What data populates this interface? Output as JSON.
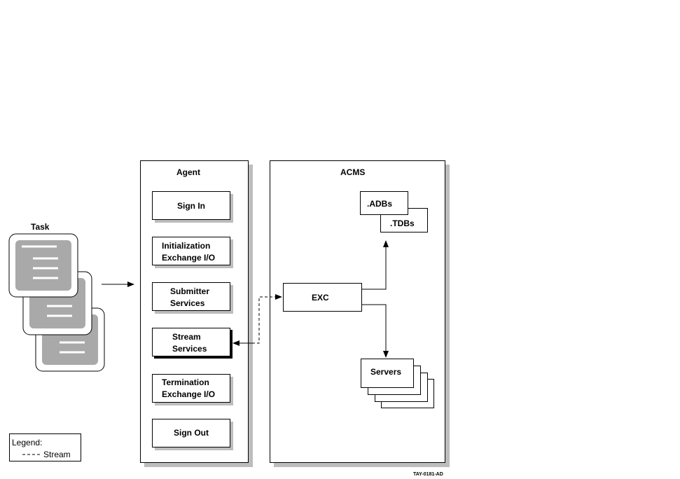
{
  "task": {
    "label": "Task"
  },
  "agent": {
    "title": "Agent",
    "boxes": [
      {
        "line1": "Sign In"
      },
      {
        "line1": "Initialization",
        "line2": "Exchange I/O"
      },
      {
        "line1": "Submitter",
        "line2": "Services"
      },
      {
        "line1": "Stream",
        "line2": "Services"
      },
      {
        "line1": "Termination",
        "line2": "Exchange I/O"
      },
      {
        "line1": "Sign Out"
      }
    ]
  },
  "acms": {
    "title": "ACMS",
    "adbs": ".ADBs",
    "tdbs": ".TDBs",
    "exc": "EXC",
    "servers": "Servers"
  },
  "legend": {
    "title": "Legend:",
    "item": "Stream"
  },
  "figure_id": "TAY-0181-AD"
}
